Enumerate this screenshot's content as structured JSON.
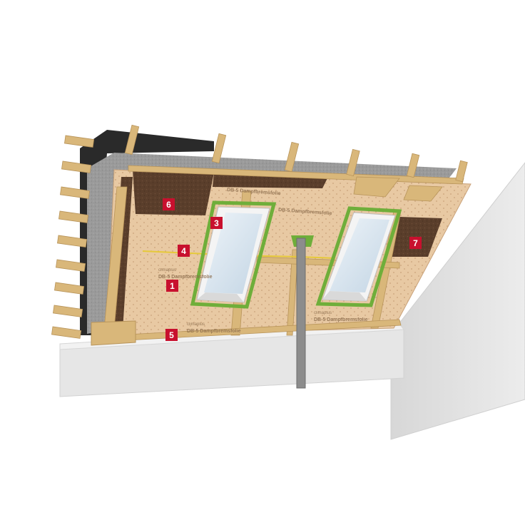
{
  "markers": [
    {
      "id": "marker-1",
      "label": "1"
    },
    {
      "id": "marker-3",
      "label": "3"
    },
    {
      "id": "marker-4",
      "label": "4"
    },
    {
      "id": "marker-5",
      "label": "5"
    },
    {
      "id": "marker-6",
      "label": "6"
    },
    {
      "id": "marker-7",
      "label": "7"
    }
  ],
  "foil_print": {
    "brand": "climaplus",
    "product": "DB-5 Dampfbremsfolie",
    "product_mirrored": "DB-5 Dampfbremsfolie"
  },
  "colors": {
    "marker": "#c8102e",
    "foil": "#e8c9a3",
    "insulation": "#5a3e2b",
    "timber": "#d9b77a",
    "tape_green": "#6fae3a",
    "tape_yellow": "#e6c93a",
    "wall": "#e3e3e3",
    "fleece": "#9a9a9a",
    "roof_tile": "#2a2a2a",
    "pipe": "#8c8c8c",
    "glass": "#c9dcea"
  }
}
